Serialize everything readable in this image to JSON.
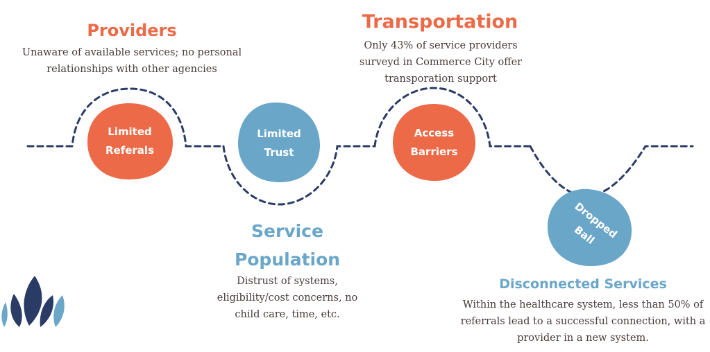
{
  "colors": {
    "orange": "#ec6a47",
    "blue": "#6aa6c8",
    "navy": "#2a3b66",
    "text": "#4a3a3a"
  },
  "stages": [
    {
      "node": "Limited\nReferals",
      "heading": "Providers",
      "description": "Unaware of available services; no personal\nrelationships with other agencies",
      "color": "orange"
    },
    {
      "node": "Limited\nTrust",
      "heading": "Service\nPopulation",
      "description": "Distrust of systems,\neligibility/cost concerns, no\nchild care, time, etc.",
      "color": "blue"
    },
    {
      "node": "Access\nBarriers",
      "heading": "Transportation",
      "description": "Only 43% of service providers\nsurveyd in Commerce City offer\ntransporation support",
      "color": "orange"
    },
    {
      "node": "Dropped\nBall",
      "heading": "Disconnected Services",
      "description": "Within the healthcare system, less than 50% of\nreferrals lead to a successful connection, with a\nprovider in a new system.",
      "color": "blue"
    }
  ],
  "decoration": {
    "icon": "leaf-plant-icon"
  }
}
